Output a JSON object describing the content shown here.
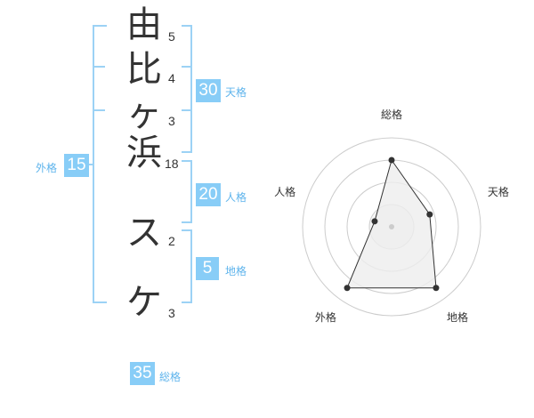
{
  "name": {
    "chars": [
      "由",
      "比",
      "ヶ",
      "浜",
      "ス",
      "ケ"
    ],
    "strokes": [
      "5",
      "4",
      "3",
      "18",
      "2",
      "3"
    ]
  },
  "scores": {
    "tenkaku": {
      "value": "30",
      "label": "天格"
    },
    "jinkaku": {
      "value": "20",
      "label": "人格"
    },
    "chikaku": {
      "value": "5",
      "label": "地格"
    },
    "gaikaku": {
      "value": "15",
      "label": "外格"
    },
    "soukaku": {
      "value": "35",
      "label": "総格"
    }
  },
  "chart_data": {
    "type": "radar",
    "axes": [
      "総格",
      "天格",
      "地格",
      "外格",
      "人格"
    ],
    "values": [
      0.75,
      0.45,
      0.85,
      0.85,
      0.2
    ],
    "rings": 4,
    "fill_color": "#eeeeee",
    "line_color": "#333333",
    "grid_color": "#cccccc"
  }
}
